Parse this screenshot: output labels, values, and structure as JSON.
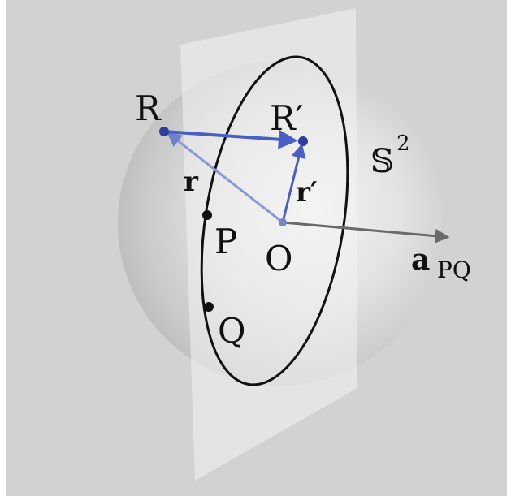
{
  "colors": {
    "background_panel": "#d2d2d2",
    "sphere_highlight": "#f4f4f4",
    "sphere_shadow": "#b3b3b3",
    "plane": "#ececec",
    "circle": "#111111",
    "vector_blue": "#3b4fb8",
    "vector_blue_light": "#8796d6",
    "axis_gray": "#6a6a6a",
    "point": "#111111"
  },
  "labels": {
    "point_R": "R",
    "point_R_prime": "R′",
    "point_P": "P",
    "point_Q": "Q",
    "origin_O": "O",
    "vector_r": "r",
    "vector_r_prime": "r′",
    "sphere_S": "𝕊",
    "sphere_exponent": "2",
    "axis_a": "a",
    "axis_subscript": "PQ"
  }
}
